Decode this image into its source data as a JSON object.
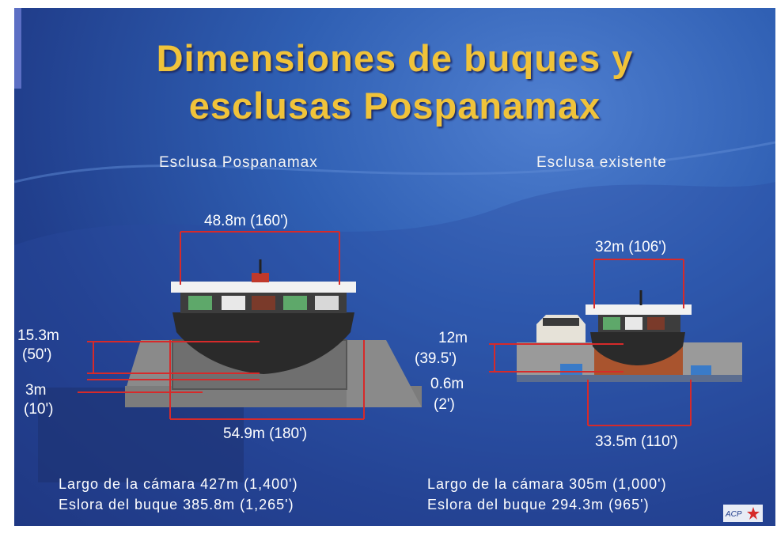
{
  "title": {
    "line1": "Dimensiones de buques y",
    "line2": "esclusas Pospanamax"
  },
  "pospanamax": {
    "heading": "Esclusa Pospanamax",
    "beam": "48.8m (160')",
    "depth_m": "15.3m",
    "depth_ft": "(50')",
    "clearance_m": "3m",
    "clearance_ft": "(10')",
    "width": "54.9m (180')",
    "chamber_length": "Largo de la cámara 427m (1,400')",
    "ship_length": "Eslora del buque 385.8m (1,265')"
  },
  "existente": {
    "heading": "Esclusa existente",
    "beam": "32m (106')",
    "depth_m": "12m",
    "depth_ft": "(39.5')",
    "clearance_m": "0.6m",
    "clearance_ft": "(2')",
    "width": "33.5m (110')",
    "chamber_length": "Largo de la cámara 305m (1,000')",
    "ship_length": "Eslora del buque 294.3m (965')"
  },
  "colors": {
    "title": "#f0c33a",
    "dimension_line": "#d62a2a",
    "background": "#2a4fa3"
  },
  "icons": [
    "ship-illustration",
    "lock-chamber",
    "acp-logo"
  ]
}
